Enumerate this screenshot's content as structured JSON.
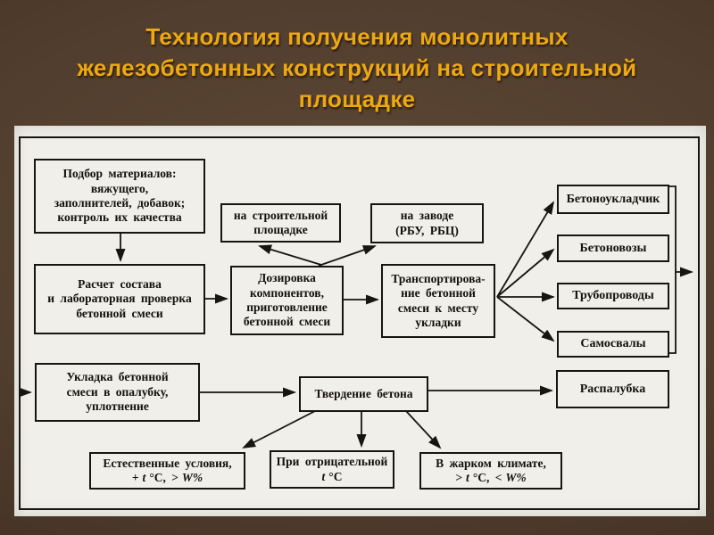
{
  "slide": {
    "title": {
      "lines": [
        "Технология получения монолитных",
        "железобетонных конструкций на строительной",
        "площадке"
      ],
      "color": "#eda912",
      "background_color": "#523e2e"
    }
  },
  "diagram": {
    "panel_color": "#f0efe9",
    "ink_color": "#17150f",
    "boxes": {
      "podbor": {
        "line1": "Подбор материалов:",
        "line2": "вяжущего,",
        "line3": "заполнителей, добавок;",
        "line4": "контроль их качества"
      },
      "raschet": {
        "line1": "Расчет состава",
        "line2": "и лабораторная проверка",
        "line3": "бетонной смеси"
      },
      "stroyka": {
        "line1": "на строительной",
        "line2": "площадке"
      },
      "zavod": {
        "line1": "на заводе",
        "line2": "(РБУ, РБЦ)"
      },
      "dozirovka": {
        "line1": "Дозировка",
        "line2": "компонентов,",
        "line3": "приготовление",
        "line4": "бетонной смеси"
      },
      "transport": {
        "line1": "Транспортирова-",
        "line2": "ние бетонной",
        "line3": "смеси к месту",
        "line4": "укладки"
      },
      "ukladchik": {
        "label": "Бетоноукладчик"
      },
      "vozy": {
        "label": "Бетоновозы"
      },
      "truby": {
        "label": "Трубопроводы"
      },
      "samosvaly": {
        "label": "Самосвалы"
      },
      "ukladka": {
        "line1": "Укладка бетонной",
        "line2": "смеси в опалубку,",
        "line3": "уплотнение"
      },
      "tverdenie": {
        "label": "Твердение бетона"
      },
      "raspalubka": {
        "label": "Распалубка"
      },
      "natural": {
        "line1": "Естественные условия,",
        "l2a": "+",
        "l2b": "t",
        "l2c": "°С, >",
        "l2d": "W%"
      },
      "negative": {
        "line1": "При отрицательной",
        "l2a": "t",
        "l2b": "°С"
      },
      "hot": {
        "line1": "В жарком климате,",
        "l2a": ">",
        "l2b": "t",
        "l2c": "°С, <",
        "l2d": "W%"
      }
    },
    "connections": [
      "подбор материалов → расчет состава",
      "расчет состава → дозировка компонентов",
      "дозировка компонентов → на строительной площадке",
      "дозировка компонентов → на заводе (РБУ, РБЦ)",
      "дозировка компонентов → транспортирование",
      "транспортирование → бетоноукладчик",
      "транспортирование → бетоновозы",
      "транспортирование → трубопроводы",
      "транспортирование → самосвалы",
      "средства транспорта → выход за рамку (вправо)",
      "вход с рамки (слева) → укладка бетонной смеси",
      "укладка бетонной смеси → твердение бетона",
      "твердение бетона → распалубка",
      "твердение бетона → естественные условия",
      "твердение бетона → при отрицательной t °С",
      "твердение бетона → в жарком климате"
    ]
  }
}
